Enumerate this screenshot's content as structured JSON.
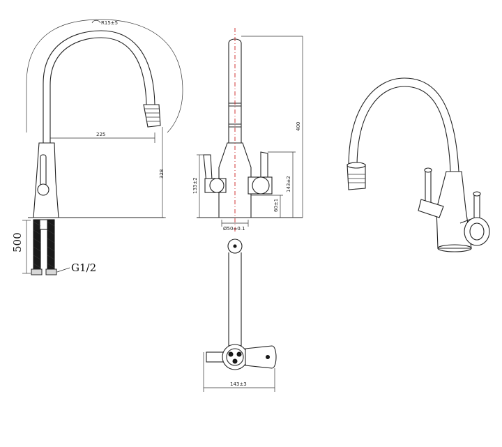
{
  "labels": {
    "arc_radius": "R15±5",
    "reach": "225",
    "spout_height": "328",
    "body_height": "133±2",
    "total_height": "400",
    "handle_height": "143±2",
    "base_height": "60±1",
    "base_diameter": "Ø50±0.1",
    "hose_length": "500",
    "thread": "G1/2",
    "width_bottom": "143±3"
  }
}
